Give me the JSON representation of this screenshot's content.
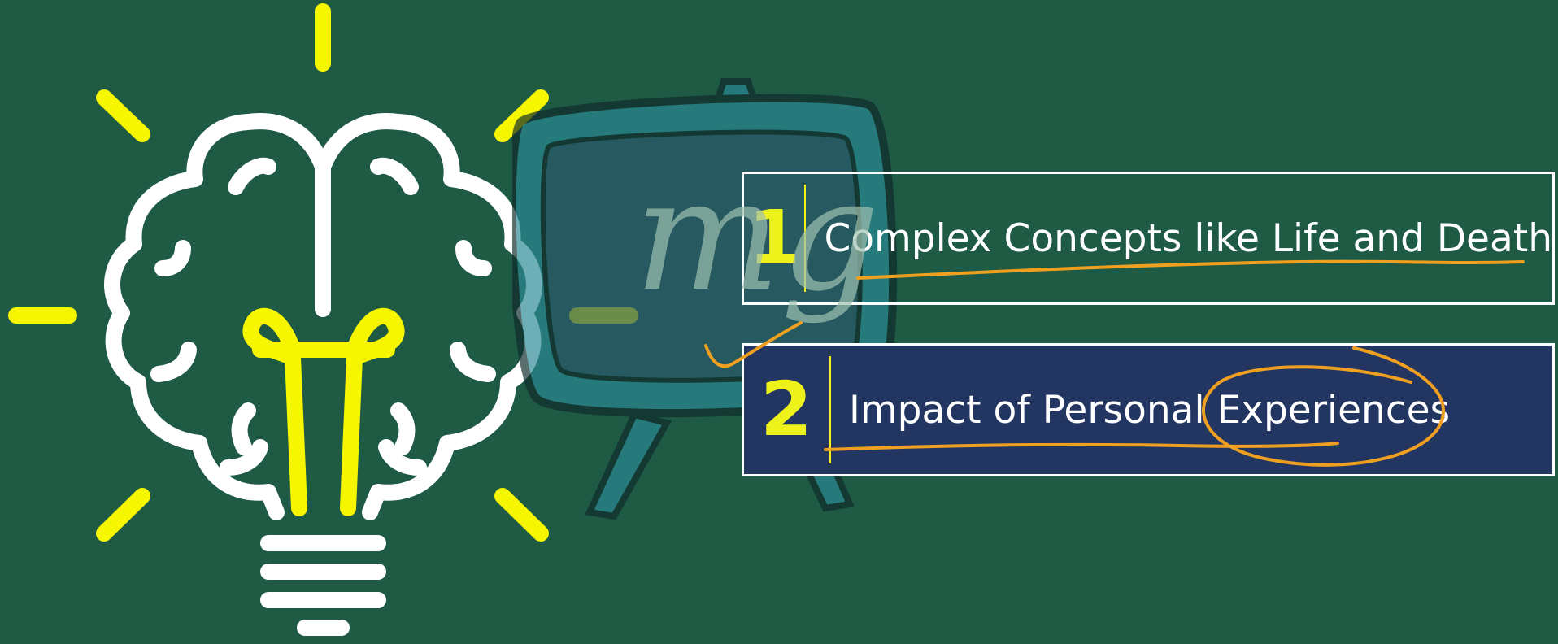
{
  "watermark": {
    "text": "mg"
  },
  "items": [
    {
      "number": "1",
      "label": "Complex Concepts like Life and Death"
    },
    {
      "number": "2",
      "label": "Impact of Personal Experiences"
    }
  ],
  "colors": {
    "background": "#1e5a44",
    "accent_yellow": "#eef21b",
    "highlight_box": "#233561",
    "annotation_orange": "#f0a020",
    "board_teal": "#2a8a96"
  },
  "icons": [
    "lightbulb-brain-icon",
    "chalkboard-icon"
  ]
}
